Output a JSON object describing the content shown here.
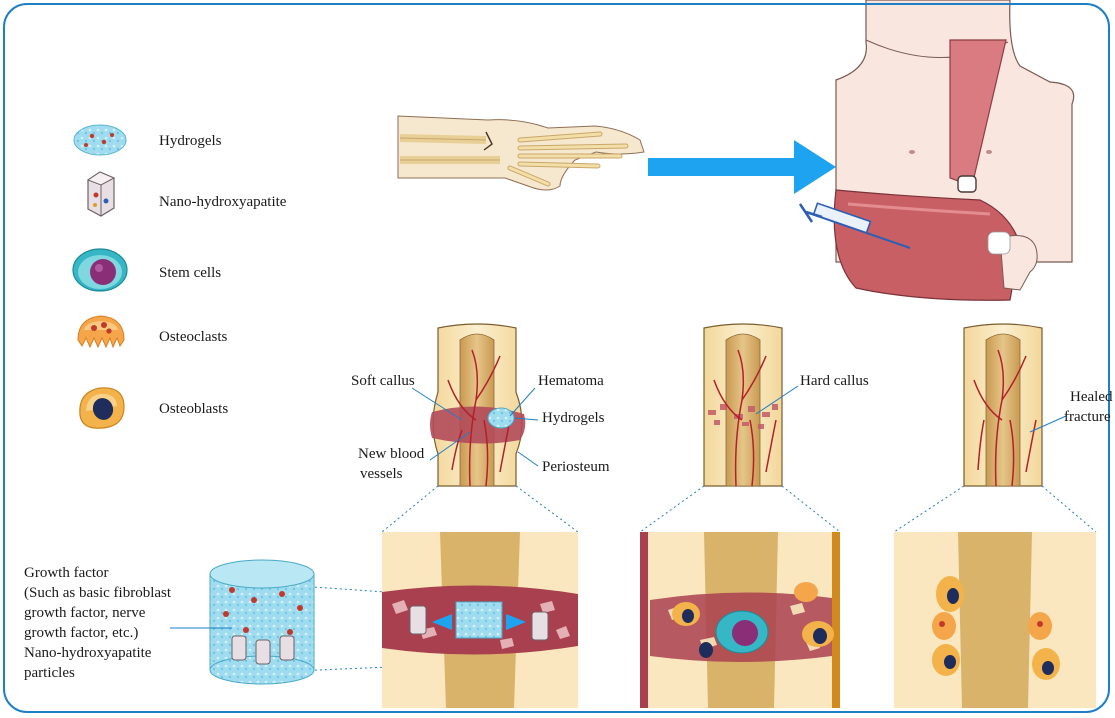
{
  "legend": {
    "items": [
      {
        "label": "Hydrogels"
      },
      {
        "label": "Nano-hydroxyapatite"
      },
      {
        "label": "Stem cells"
      },
      {
        "label": "Osteoclasts"
      },
      {
        "label": "Osteoblasts"
      }
    ]
  },
  "stage1": {
    "soft_callus": "Soft callus",
    "hematoma": "Hematoma",
    "hydrogels": "Hydrogels",
    "new_blood": "New blood",
    "vessels": "vessels",
    "periosteum": "Periosteum"
  },
  "stage2": {
    "hard_callus": "Hard callus"
  },
  "stage3": {
    "healed": "Healed",
    "fracture": "fracture"
  },
  "growth_factor": {
    "lines": [
      "Growth factor",
      "(Such as basic fibroblast",
      "growth factor, nerve",
      "growth factor, etc.)",
      "Nano-hydroxyapatite",
      "particles"
    ]
  },
  "colors": {
    "frame": "#1e7fc6",
    "arrow": "#1ea3f0",
    "bone": "#f7e3b0",
    "marrow": "#d9b36a",
    "vessel": "#b3202a",
    "callus": "#b24a5a",
    "sling": "#c9656b",
    "skin": "#f6e3dc",
    "hydrogel": "#8fd3e8"
  }
}
